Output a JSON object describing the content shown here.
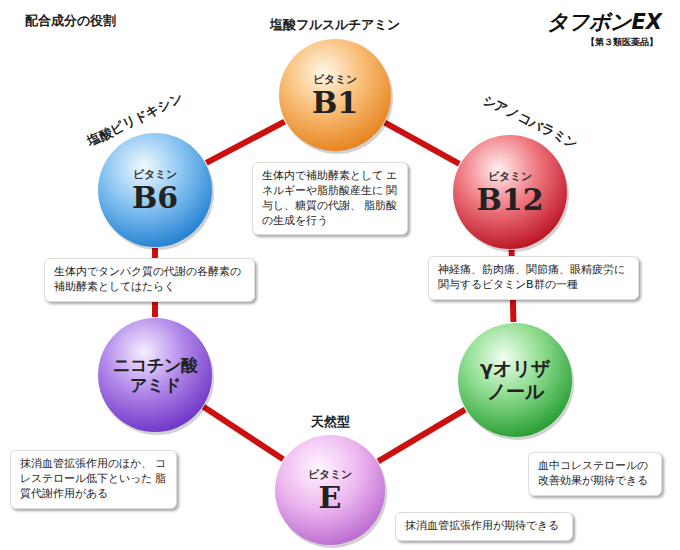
{
  "diagram": {
    "title": "配合成分の役割",
    "nodes": [
      {
        "text": [
          "塩酸フルスルチアミン",
          "ビタミン",
          "B1"
        ]
      },
      {
        "text": [
          "シアノコバラミン",
          "ビタミン",
          "B12"
        ]
      },
      {
        "text": [
          "γオリザ ノール"
        ]
      },
      {
        "text": [
          "天然型",
          "ビタミン",
          "E"
        ]
      },
      {
        "text": [
          "ニコチン酸 アミド"
        ]
      },
      {
        "text": [
          "塩酸ピリドキシン",
          "ビタミン",
          "B6"
        ]
      },
      {
        "text": [
          "生体内で補助酵素として エネルギーや脂肪酸産生に 関与し、糖質の代謝、 脂肪酸の生成を行う"
        ]
      },
      {
        "text": [
          "神経痛、筋肉痛、関節痛、眼精疲労に 関与するビタミンB群の一種"
        ]
      },
      {
        "text": [
          "血中コレステロールの 改善効果が期待できる"
        ]
      },
      {
        "text": [
          "抹消血管拡張作用が期待できる"
        ]
      },
      {
        "text": [
          "抹消血管拡張作用のほか、 コレステロール低下といった 脂質代謝作用がある"
        ]
      },
      {
        "text": [
          "生体内でタンパク質の代謝の各酵素の 補助酵素としてはたらく"
        ]
      }
    ],
    "edges": [
      {
        "from": 0,
        "to": 1,
        "arrow": "none"
      },
      {
        "from": 1,
        "to": 2,
        "arrow": "none"
      },
      {
        "from": 2,
        "to": 3,
        "arrow": "none"
      },
      {
        "from": 3,
        "to": 4,
        "arrow": "none"
      },
      {
        "from": 4,
        "to": 5,
        "arrow": "none"
      },
      {
        "from": 5,
        "to": 0,
        "arrow": "none"
      }
    ],
    "labels": [
      "タフボンEX",
      "【第３類医薬品】"
    ]
  }
}
